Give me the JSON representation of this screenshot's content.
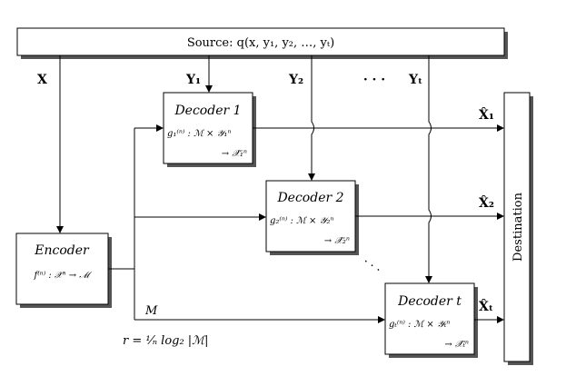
{
  "source": {
    "label": "Source: q(x, y₁, y₂, …, yₜ)"
  },
  "destination": {
    "label": "Destination"
  },
  "encoder": {
    "title": "Encoder",
    "map": "f⁽ⁿ⁾ : 𝒳ⁿ → ℳ"
  },
  "decoders": [
    {
      "title": "Decoder 1",
      "map_line1": "g₁⁽ⁿ⁾ : ℳ × 𝒴₁ⁿ",
      "map_line2": "→ 𝒳̂₁ⁿ"
    },
    {
      "title": "Decoder 2",
      "map_line1": "g₂⁽ⁿ⁾ : ℳ × 𝒴₂ⁿ",
      "map_line2": "→ 𝒳̂₂ⁿ"
    },
    {
      "title": "Decoder t",
      "map_line1": "gₜ⁽ⁿ⁾ : ℳ × 𝒴ₜⁿ",
      "map_line2": "→ 𝒳̂ₜⁿ"
    }
  ],
  "signals": {
    "x": "X",
    "y1": "Y₁",
    "y2": "Y₂",
    "yt": "Yₜ",
    "dots_top": "·   ·   ·",
    "dots_mid": "· · ·",
    "xhat1": "X̂₁",
    "xhat2": "X̂₂",
    "xhatt": "X̂ₜ",
    "m": "M",
    "rate": "r = ¹⁄ₙ log₂ |ℳ|"
  }
}
